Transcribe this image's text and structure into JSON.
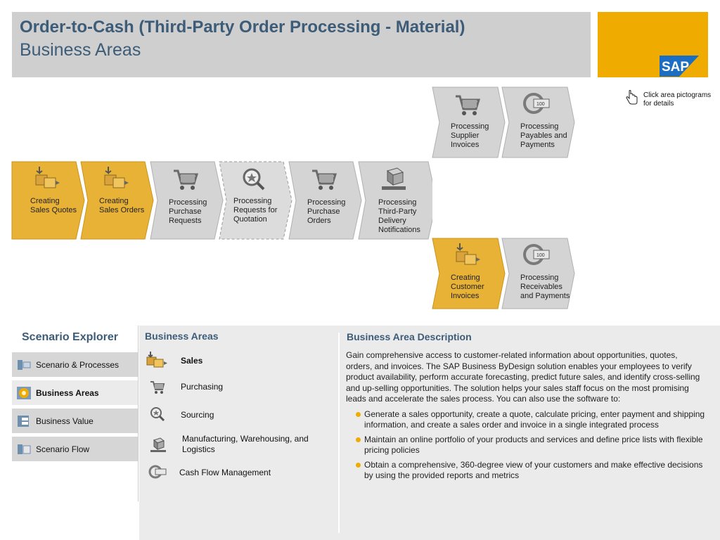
{
  "header": {
    "title": "Order-to-Cash (Third-Party Order Processing - Material)",
    "subtitle": "Business Areas",
    "logo_text": "SAP"
  },
  "hint": {
    "text": "Click area pictograms for details",
    "icon": "pointing-hand-icon"
  },
  "process_steps": [
    {
      "label": "Processing Supplier Invoices",
      "icon": "shopping-cart-icon",
      "style": "gray"
    },
    {
      "label": "Processing Payables and Payments",
      "icon": "cash-flow-icon",
      "style": "gray"
    },
    {
      "label": "Creating Sales Quotes",
      "icon": "sales-boxes-icon",
      "style": "gold"
    },
    {
      "label": "Creating Sales Orders",
      "icon": "sales-boxes-icon",
      "style": "gold"
    },
    {
      "label": "Processing Purchase Requests",
      "icon": "shopping-cart-icon",
      "style": "gray"
    },
    {
      "label": "Processing Requests for Quotation",
      "icon": "sourcing-magnifier-icon",
      "style": "gray-dashed"
    },
    {
      "label": "Processing Purchase Orders",
      "icon": "shopping-cart-icon",
      "style": "gray"
    },
    {
      "label": "Processing Third-Party Delivery Notifications",
      "icon": "conveyor-box-icon",
      "style": "gray"
    },
    {
      "label": "Creating Customer Invoices",
      "icon": "sales-boxes-icon",
      "style": "gold"
    },
    {
      "label": "Processing Receivables and Payments",
      "icon": "cash-flow-icon",
      "style": "gray"
    }
  ],
  "explorer": {
    "title": "Scenario Explorer",
    "items": [
      {
        "label": "Scenario & Processes",
        "icon": "scenario-processes-icon",
        "active": false
      },
      {
        "label": "Business Areas",
        "icon": "business-areas-icon",
        "active": true
      },
      {
        "label": "Business Value",
        "icon": "business-value-icon",
        "active": false
      },
      {
        "label": "Scenario Flow",
        "icon": "scenario-flow-icon",
        "active": false
      }
    ]
  },
  "business_areas": {
    "title": "Business Areas",
    "items": [
      {
        "label": "Sales",
        "icon": "sales-boxes-icon",
        "selected": true
      },
      {
        "label": "Purchasing",
        "icon": "shopping-cart-icon",
        "selected": false
      },
      {
        "label": "Sourcing",
        "icon": "sourcing-magnifier-icon",
        "selected": false
      },
      {
        "label": "Manufacturing, Warehousing, and Logistics",
        "icon": "conveyor-box-icon",
        "selected": false
      },
      {
        "label": "Cash Flow Management",
        "icon": "cash-flow-icon",
        "selected": false
      }
    ]
  },
  "description": {
    "title": "Business Area Description",
    "body": "Gain comprehensive access to customer-related information about opportunities, quotes, orders, and invoices. The SAP Business ByDesign solution enables your employees to verify product availability, perform accurate forecasting, predict future sales, and identify cross-selling and up-selling opportunities. The solution helps your sales staff focus on the most promising leads and accelerate the sales process. You can also use the software to:",
    "bullets": [
      "Generate a sales opportunity, create a quote, calculate pricing, enter payment and shipping information, and create a sales order and invoice in a single integrated process",
      "Maintain an online portfolio of your products and services and define price lists with flexible pricing policies",
      "Obtain a comprehensive, 360-degree view of your customers and make effective decisions by using the provided reports and metrics"
    ]
  },
  "colors": {
    "accent": "#f0ab00",
    "title": "#3d5c78",
    "panel": "#ebebeb",
    "header": "#cfcfcf"
  }
}
